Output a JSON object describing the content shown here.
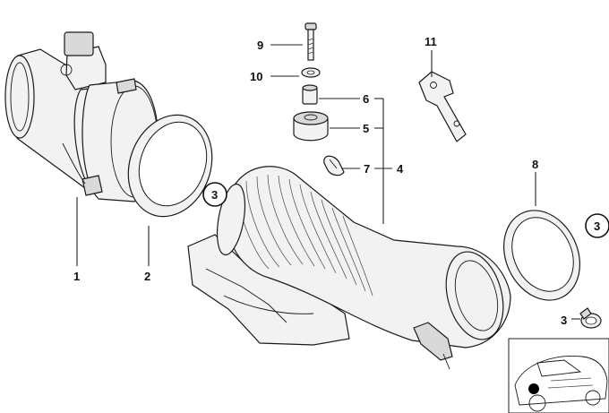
{
  "callouts": {
    "c1": "1",
    "c2": "2",
    "c3a": "3",
    "c3b": "3",
    "c3c": "3",
    "c4": "4",
    "c5": "5",
    "c6": "6",
    "c7": "7",
    "c8": "8",
    "c9": "9",
    "c10": "10",
    "c11": "11"
  },
  "colors": {
    "line": "#1a1a1a",
    "fill": "#f2f2f2",
    "background": "#ffffff",
    "car_marker": "#000000"
  }
}
